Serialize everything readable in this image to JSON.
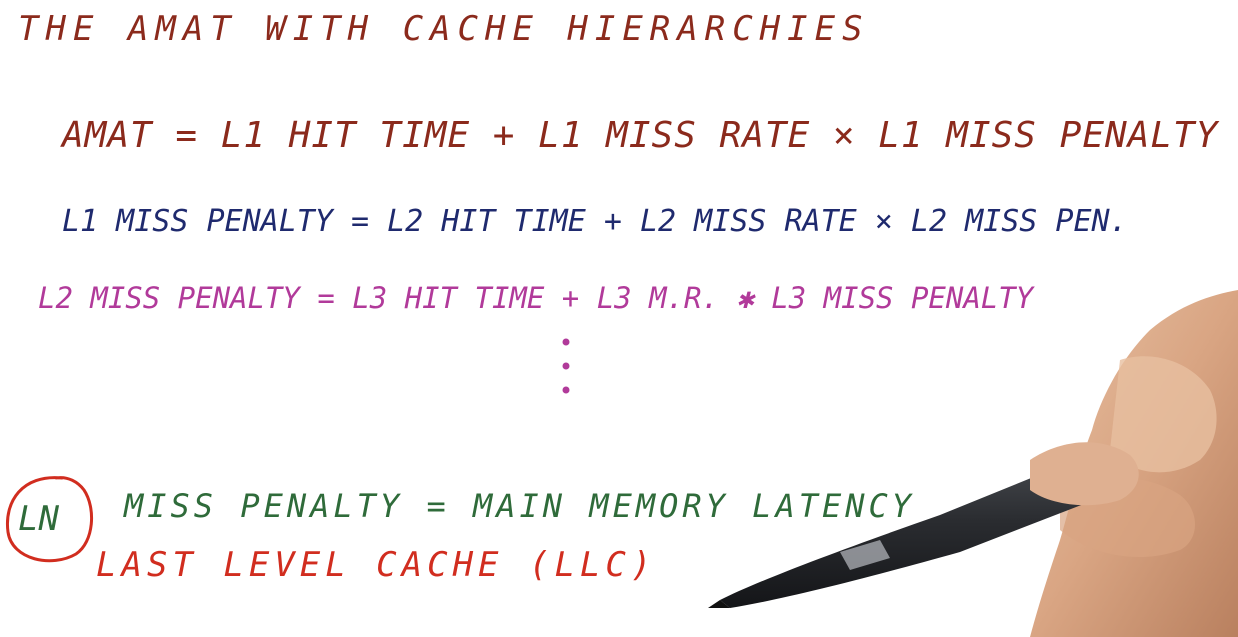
{
  "title": "THE AMAT WITH CACHE HIERARCHIES",
  "equations": {
    "amat": "AMAT = L1 HIT TIME + L1 MISS RATE × L1 MISS PENALTY",
    "l1_penalty": "L1 MISS PENALTY = L2 HIT TIME + L2 MISS RATE × L2 MISS PEN.",
    "l2_penalty": "L2 MISS PENALTY = L3 HIT TIME + L3 M.R. ✱ L3 MISS PENALTY",
    "ln_label": "LN",
    "ln_penalty": "MISS PENALTY = MAIN MEMORY LATENCY",
    "llc": "LAST LEVEL CACHE (LLC)"
  },
  "colors": {
    "title": "#8b2a1c",
    "amat": "#8b2a1c",
    "l1": "#1f2a6e",
    "l2": "#b13a9a",
    "ln": "#2f6b3a",
    "llc": "#d12d1f",
    "circle": "#d12d1f",
    "dots": "#b13a9a"
  }
}
